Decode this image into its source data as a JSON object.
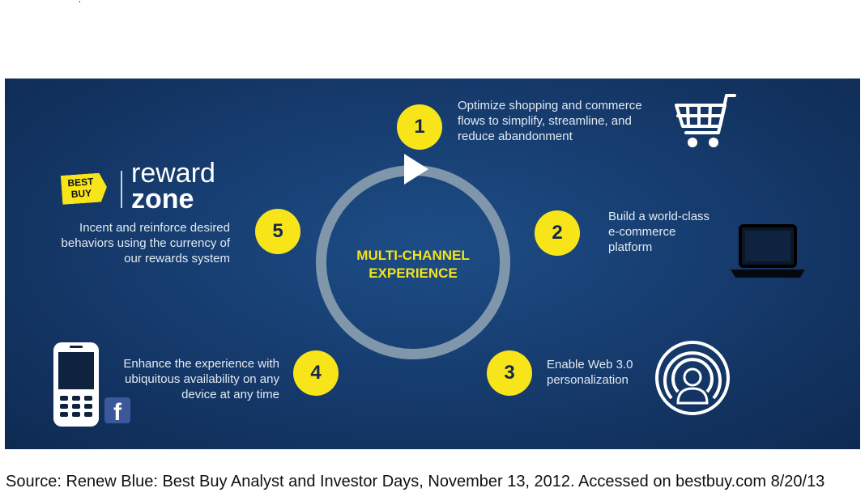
{
  "center": {
    "line1": "MULTI-CHANNEL",
    "line2": "EXPERIENCE"
  },
  "steps": [
    {
      "number": "1",
      "lines": [
        "Optimize shopping and commerce",
        "flows to simplify, streamline, and",
        "reduce abandonment"
      ],
      "icon": "shopping-cart-icon"
    },
    {
      "number": "2",
      "lines": [
        "Build a world-class",
        "e-commerce",
        "platform"
      ],
      "icon": "laptop-icon"
    },
    {
      "number": "3",
      "lines": [
        "Enable Web 3.0",
        "personalization"
      ],
      "icon": "person-broadcast-icon"
    },
    {
      "number": "4",
      "lines": [
        "Enhance the experience with",
        "ubiquitous availability on any",
        "device at any time"
      ],
      "icon": "mobile-phone-icon"
    },
    {
      "number": "5",
      "lines": [
        "Incent and reinforce desired",
        "behaviors using the currency of",
        "our rewards system"
      ],
      "icon": "reward-zone-logo"
    }
  ],
  "logos": {
    "bestbuy": "BEST BUY",
    "reward_line1": "reward",
    "reward_line2": "zone",
    "facebook": "f"
  },
  "colors": {
    "panel": "#15396a",
    "accent": "#f7e51a",
    "ring": "#7f96ab"
  },
  "source": "Source: Renew Blue: Best Buy Analyst and Investor Days, November 13, 2012.  Accessed on bestbuy.com 8/20/13"
}
